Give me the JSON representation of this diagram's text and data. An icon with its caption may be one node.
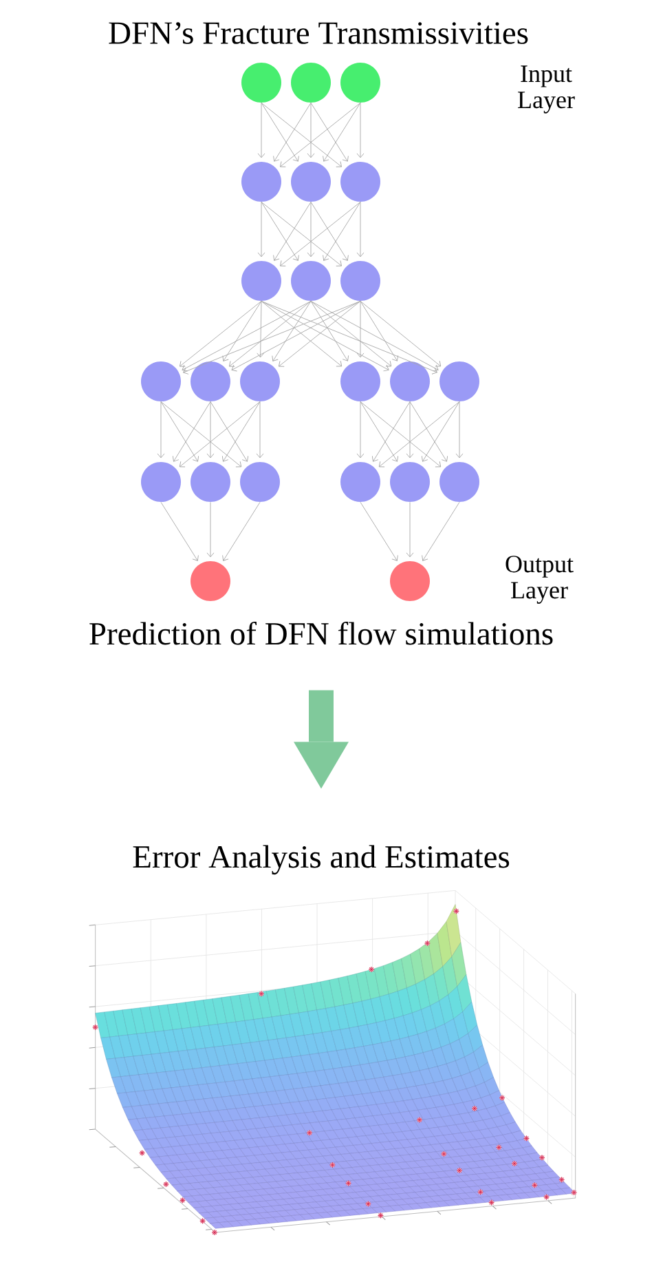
{
  "diagram": {
    "title": "DFN’s Fracture Transmissivities",
    "nodes": [
      {
        "text": [],
        "shape": "circle"
      },
      {
        "text": [],
        "shape": "circle"
      },
      {
        "text": [],
        "shape": "circle"
      },
      {
        "text": [],
        "shape": "circle"
      },
      {
        "text": [],
        "shape": "circle"
      },
      {
        "text": [],
        "shape": "circle"
      },
      {
        "text": [],
        "shape": "circle"
      },
      {
        "text": [],
        "shape": "circle"
      },
      {
        "text": [],
        "shape": "circle"
      },
      {
        "text": [],
        "shape": "circle"
      },
      {
        "text": [],
        "shape": "circle"
      },
      {
        "text": [],
        "shape": "circle"
      },
      {
        "text": [],
        "shape": "circle"
      },
      {
        "text": [],
        "shape": "circle"
      },
      {
        "text": [],
        "shape": "circle"
      },
      {
        "text": [],
        "shape": "circle"
      },
      {
        "text": [],
        "shape": "circle"
      },
      {
        "text": [],
        "shape": "circle"
      },
      {
        "text": [],
        "shape": "circle"
      },
      {
        "text": [],
        "shape": "circle"
      },
      {
        "text": [],
        "shape": "circle"
      },
      {
        "text": [],
        "shape": "circle"
      },
      {
        "text": [],
        "shape": "circle"
      },
      {
        "text": [
          "Prediction of DFN flow simulations"
        ]
      },
      {
        "text": [
          "Error Analysis and Estimates"
        ]
      }
    ],
    "edges": [
      {
        "from": 0,
        "to": 3,
        "arrow": "to"
      },
      {
        "from": 0,
        "to": 4,
        "arrow": "to"
      },
      {
        "from": 0,
        "to": 5,
        "arrow": "to"
      },
      {
        "from": 1,
        "to": 3,
        "arrow": "to"
      },
      {
        "from": 1,
        "to": 4,
        "arrow": "to"
      },
      {
        "from": 1,
        "to": 5,
        "arrow": "to"
      },
      {
        "from": 2,
        "to": 3,
        "arrow": "to"
      },
      {
        "from": 2,
        "to": 4,
        "arrow": "to"
      },
      {
        "from": 2,
        "to": 5,
        "arrow": "to"
      },
      {
        "from": 3,
        "to": 6,
        "arrow": "to"
      },
      {
        "from": 3,
        "to": 7,
        "arrow": "to"
      },
      {
        "from": 3,
        "to": 8,
        "arrow": "to"
      },
      {
        "from": 4,
        "to": 6,
        "arrow": "to"
      },
      {
        "from": 4,
        "to": 7,
        "arrow": "to"
      },
      {
        "from": 4,
        "to": 8,
        "arrow": "to"
      },
      {
        "from": 5,
        "to": 6,
        "arrow": "to"
      },
      {
        "from": 5,
        "to": 7,
        "arrow": "to"
      },
      {
        "from": 5,
        "to": 8,
        "arrow": "to"
      },
      {
        "from": 6,
        "to": 9,
        "arrow": "to"
      },
      {
        "from": 6,
        "to": 10,
        "arrow": "to"
      },
      {
        "from": 6,
        "to": 11,
        "arrow": "to"
      },
      {
        "from": 7,
        "to": 9,
        "arrow": "to"
      },
      {
        "from": 7,
        "to": 10,
        "arrow": "to"
      },
      {
        "from": 7,
        "to": 11,
        "arrow": "to"
      },
      {
        "from": 8,
        "to": 9,
        "arrow": "to"
      },
      {
        "from": 8,
        "to": 10,
        "arrow": "to"
      },
      {
        "from": 8,
        "to": 11,
        "arrow": "to"
      },
      {
        "from": 6,
        "to": 12,
        "arrow": "to"
      },
      {
        "from": 6,
        "to": 13,
        "arrow": "to"
      },
      {
        "from": 6,
        "to": 14,
        "arrow": "to"
      },
      {
        "from": 7,
        "to": 12,
        "arrow": "to"
      },
      {
        "from": 7,
        "to": 13,
        "arrow": "to"
      },
      {
        "from": 7,
        "to": 14,
        "arrow": "to"
      },
      {
        "from": 8,
        "to": 12,
        "arrow": "to"
      },
      {
        "from": 8,
        "to": 13,
        "arrow": "to"
      },
      {
        "from": 8,
        "to": 14,
        "arrow": "to"
      },
      {
        "from": 9,
        "to": 15,
        "arrow": "to"
      },
      {
        "from": 9,
        "to": 16,
        "arrow": "to"
      },
      {
        "from": 9,
        "to": 17,
        "arrow": "to"
      },
      {
        "from": 10,
        "to": 15,
        "arrow": "to"
      },
      {
        "from": 10,
        "to": 16,
        "arrow": "to"
      },
      {
        "from": 10,
        "to": 17,
        "arrow": "to"
      },
      {
        "from": 11,
        "to": 15,
        "arrow": "to"
      },
      {
        "from": 11,
        "to": 16,
        "arrow": "to"
      },
      {
        "from": 11,
        "to": 17,
        "arrow": "to"
      },
      {
        "from": 12,
        "to": 18,
        "arrow": "to"
      },
      {
        "from": 12,
        "to": 19,
        "arrow": "to"
      },
      {
        "from": 12,
        "to": 20,
        "arrow": "to"
      },
      {
        "from": 13,
        "to": 18,
        "arrow": "to"
      },
      {
        "from": 13,
        "to": 19,
        "arrow": "to"
      },
      {
        "from": 13,
        "to": 20,
        "arrow": "to"
      },
      {
        "from": 14,
        "to": 18,
        "arrow": "to"
      },
      {
        "from": 14,
        "to": 19,
        "arrow": "to"
      },
      {
        "from": 14,
        "to": 20,
        "arrow": "to"
      },
      {
        "from": 15,
        "to": 21,
        "arrow": "to"
      },
      {
        "from": 16,
        "to": 21,
        "arrow": "to"
      },
      {
        "from": 17,
        "to": 21,
        "arrow": "to"
      },
      {
        "from": 18,
        "to": 22,
        "arrow": "to"
      },
      {
        "from": 19,
        "to": 22,
        "arrow": "to"
      },
      {
        "from": 20,
        "to": 22,
        "arrow": "to"
      },
      {
        "from": 23,
        "to": 24,
        "arrow": "to",
        "style": "thick",
        "color": "#80c99b"
      }
    ],
    "labels": [
      "Input Layer",
      "Output Layer"
    ]
  }
}
